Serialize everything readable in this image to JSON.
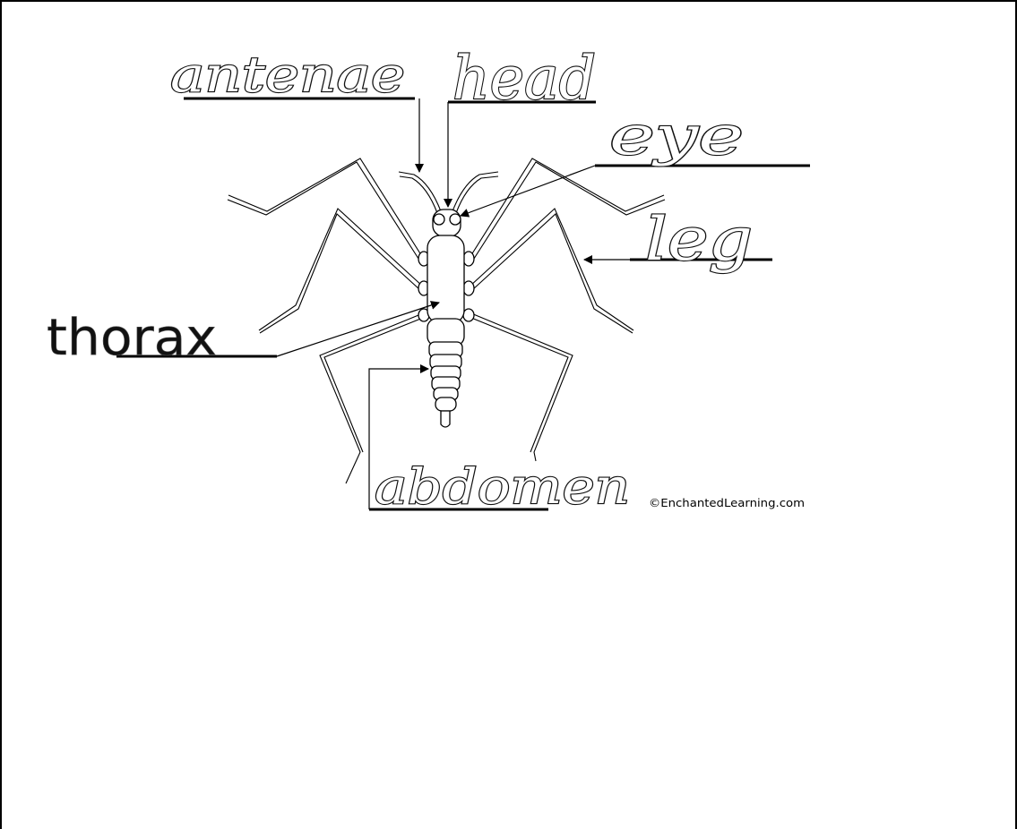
{
  "labels": {
    "antennae": "antenae",
    "head": "head",
    "eye": "eye",
    "leg": "leg",
    "thorax": "thorax",
    "abdomen": "abdomen"
  },
  "credit": "©EnchantedLearning.com",
  "colors": {
    "ink": "#000000",
    "paper": "#ffffff",
    "handwriting_outline": "#111111"
  }
}
